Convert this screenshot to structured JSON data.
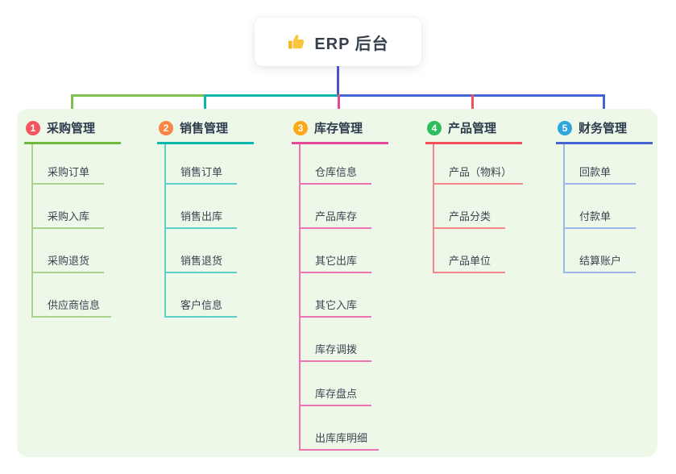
{
  "root": {
    "label": "ERP 后台",
    "icon": "thumbs-up-icon"
  },
  "panel": {
    "bg": "#edf8e9"
  },
  "connector": {
    "root_line_color": "#4853c6"
  },
  "branches": [
    {
      "badge": "1",
      "title": "采购管理",
      "colors": {
        "badge": "#f2565f",
        "line": "#6fb93c",
        "connector": "#80c14d",
        "child_line": "#a9d389"
      },
      "children": [
        "采购订单",
        "采购入库",
        "采购退货",
        "供应商信息"
      ]
    },
    {
      "badge": "2",
      "title": "销售管理",
      "colors": {
        "badge": "#fa8443",
        "line": "#0ab6aa",
        "connector": "#0ab6aa",
        "child_line": "#5ecfc5"
      },
      "children": [
        "销售订单",
        "销售出库",
        "销售退货",
        "客户信息"
      ]
    },
    {
      "badge": "3",
      "title": "库存管理",
      "colors": {
        "badge": "#fba919",
        "line": "#e3489b",
        "connector": "#e3489b",
        "child_line": "#ee73b2"
      },
      "children": [
        "仓库信息",
        "产品库存",
        "其它出库",
        "其它入库",
        "库存调拨",
        "库存盘点",
        "出库库明细"
      ]
    },
    {
      "badge": "4",
      "title": "产品管理",
      "colors": {
        "badge": "#2cbd5d",
        "line": "#f4515c",
        "connector": "#f4515c",
        "child_line": "#f7868c"
      },
      "children": [
        "产品（物料）",
        "产品分类",
        "产品单位"
      ]
    },
    {
      "badge": "5",
      "title": "财务管理",
      "colors": {
        "badge": "#2ea5db",
        "line": "#4365d3",
        "connector": "#4365d3",
        "child_line": "#9db6e9"
      },
      "children": [
        "回款单",
        "付款单",
        "结算账户"
      ]
    }
  ]
}
